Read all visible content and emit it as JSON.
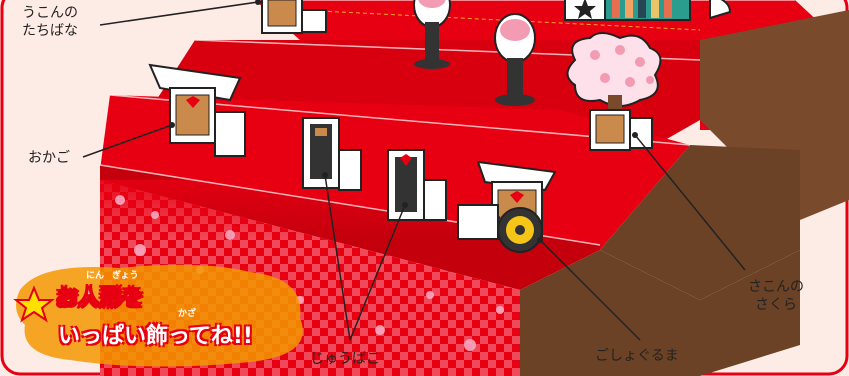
{
  "labels": {
    "ukon": "うこんの\nたちばな",
    "okago": "おかご",
    "sakon": "さこんの\nさくら",
    "jubako": "じゅうばこ",
    "goshoguruma": "ごしょぐるま"
  },
  "banner": {
    "line1": "お人形を",
    "line2": "いっぱい飾ってね!!",
    "ruby_nin": "にん",
    "ruby_gyou": "ぎょう",
    "ruby_kaza": "かざ"
  },
  "colors": {
    "background": "#fdebe6",
    "frame": "#e60012",
    "step_red": "#e60012",
    "step_dark_red": "#b8000e",
    "step_brown": "#6b4226",
    "banner_orange": "#f39800",
    "star_yellow": "#ffe100"
  }
}
